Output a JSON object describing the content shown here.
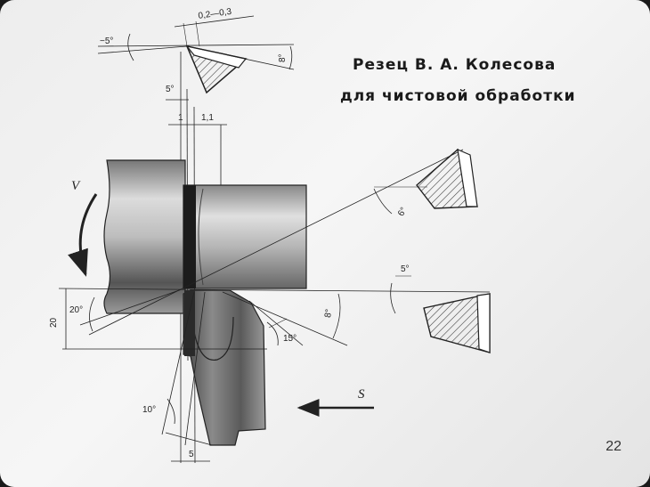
{
  "title_line1": "Резец В. А. Колесова",
  "title_line2": "для чистовой обработки",
  "labels": {
    "feed_range": "0,2—0,3",
    "angle_neg5": "−5°",
    "angle_8_top": "8°",
    "angle_5_top": "5°",
    "dim_1": "1",
    "dim_1_1": "1,1",
    "speed": "V",
    "angle_20": "20°",
    "dim_20": "20",
    "angle_6": "6°",
    "angle_5_right": "5°",
    "angle_8_right": "8°",
    "angle_15": "15°",
    "angle_10": "10°",
    "dim_5": "5",
    "feed": "S"
  },
  "page_number": "22"
}
